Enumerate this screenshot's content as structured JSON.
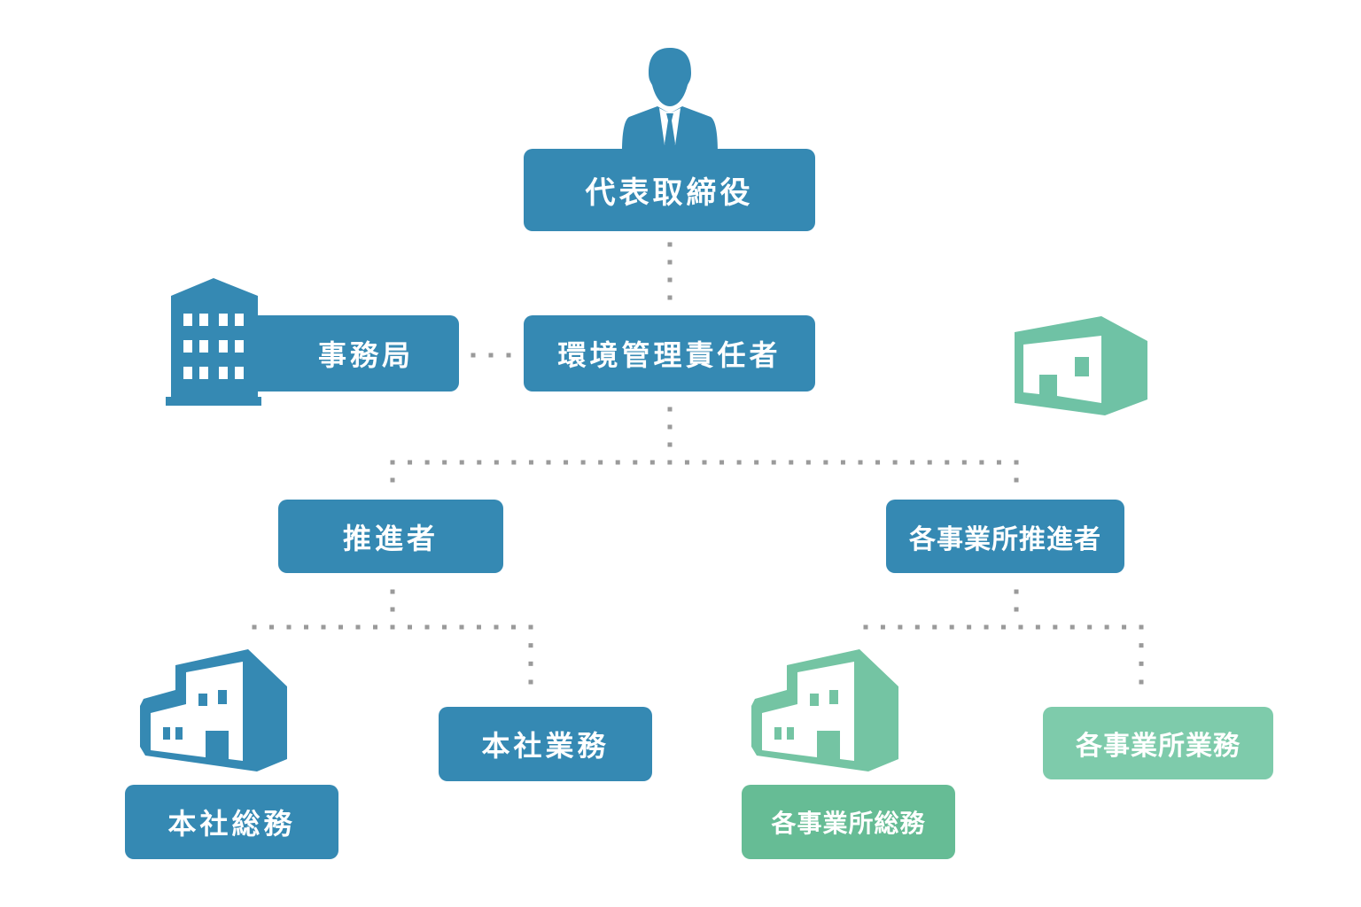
{
  "diagram": {
    "type": "organization-chart",
    "colors": {
      "headquarters": "#3589b3",
      "branch": "#66bc95",
      "branch_light": "#7ecbab",
      "connector": "#9a9a9a"
    },
    "nodes": {
      "ceo": "代表取締役",
      "secretariat": "事務局",
      "env_manager": "環境管理責任者",
      "promoter": "推進者",
      "branch_promoter": "各事業所推進者",
      "hq_general_affairs": "本社総務",
      "hq_operations": "本社業務",
      "branch_general_affairs": "各事業所総務",
      "branch_operations": "各事業所業務"
    },
    "edges": [
      [
        "ceo",
        "env_manager"
      ],
      [
        "secretariat",
        "env_manager"
      ],
      [
        "env_manager",
        "promoter"
      ],
      [
        "env_manager",
        "branch_promoter"
      ],
      [
        "promoter",
        "hq_general_affairs"
      ],
      [
        "promoter",
        "hq_operations"
      ],
      [
        "branch_promoter",
        "branch_general_affairs"
      ],
      [
        "branch_promoter",
        "branch_operations"
      ]
    ],
    "icons": {
      "ceo": "businessman-icon",
      "secretariat": "office-building-icon",
      "branch_top": "branch-building-icon",
      "hq_general_affairs": "house-building-icon",
      "branch_general_affairs": "house-building-icon"
    }
  }
}
